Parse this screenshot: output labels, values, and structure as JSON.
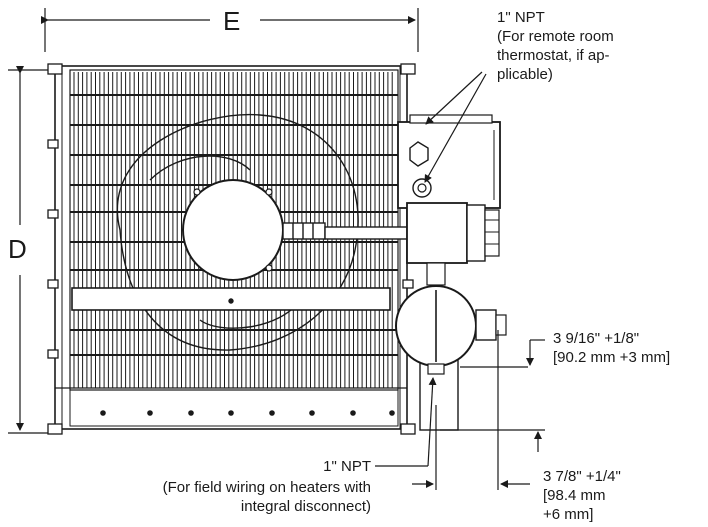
{
  "dimensions": {
    "width_letter": "E",
    "depth_letter": "D"
  },
  "callouts": {
    "thermostat_conduit": {
      "size": "1\" NPT",
      "note_lines": [
        "(For remote room",
        "thermostat, if ap-",
        "plicable)"
      ]
    },
    "field_wiring_conduit": {
      "size": "1\" NPT",
      "note_lines": [
        "(For field wiring on heaters with",
        "integral disconnect)"
      ]
    },
    "offset_a": {
      "lines": [
        "3 9/16\" +1/8\"",
        "[90.2 mm +3 mm]"
      ]
    },
    "offset_b": {
      "lines": [
        "3 7/8\" +1/4\"",
        "[98.4 mm",
        "+6 mm]"
      ]
    }
  },
  "colors": {
    "line": "#1a1a1a",
    "background": "#ffffff"
  }
}
